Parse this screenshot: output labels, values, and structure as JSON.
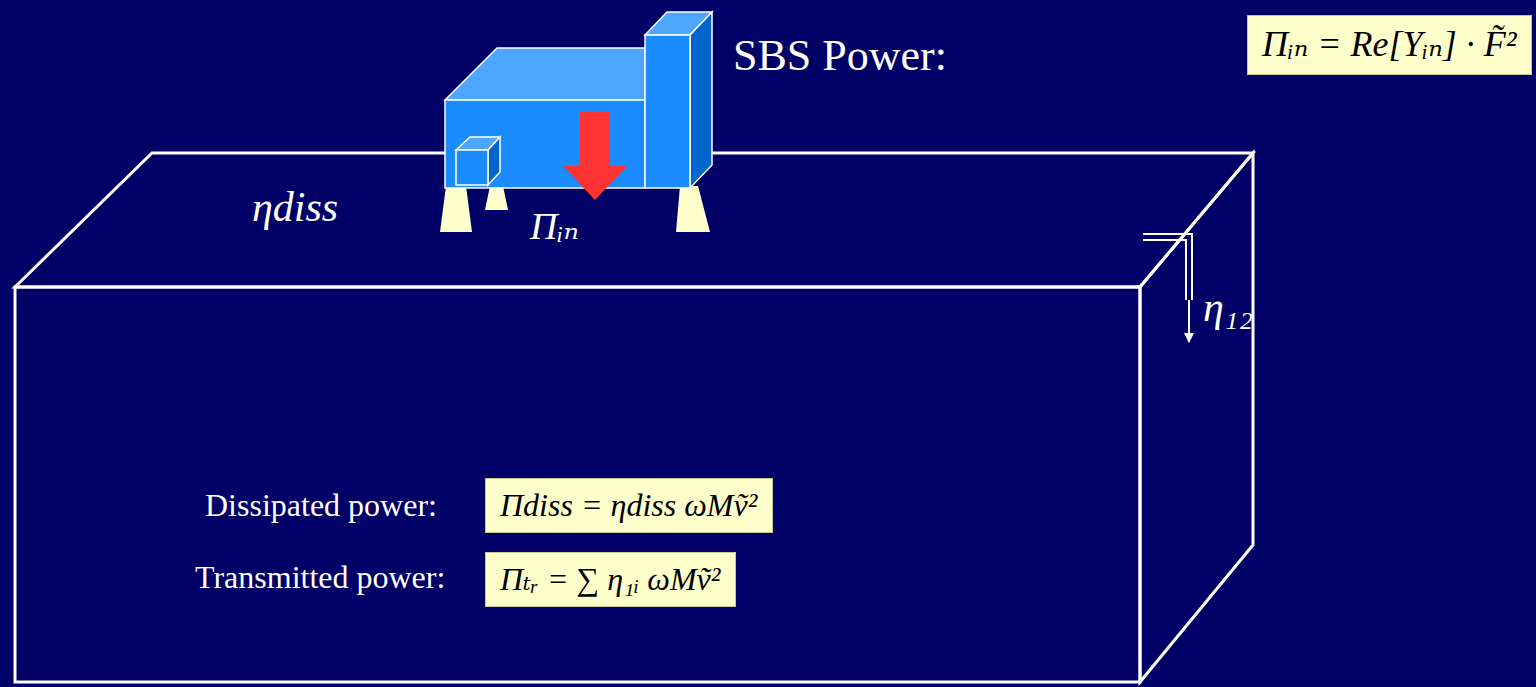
{
  "diagram": {
    "nodes": [
      {
        "text": [
          "Πᵢₙ = Re[Yᵢₙ] · F̃²"
        ]
      },
      {
        "text": [
          "Πdiss = ηdiss ωMṽ²"
        ]
      },
      {
        "text": [
          "Πₜᵣ = ∑ η₁ᵢ ωMṽ²"
        ]
      }
    ],
    "labels": [
      "SBS Power:",
      "ηdiss",
      "Πᵢₙ",
      "η₁₂",
      "Dissipated power:",
      "Transmitted power:"
    ]
  }
}
